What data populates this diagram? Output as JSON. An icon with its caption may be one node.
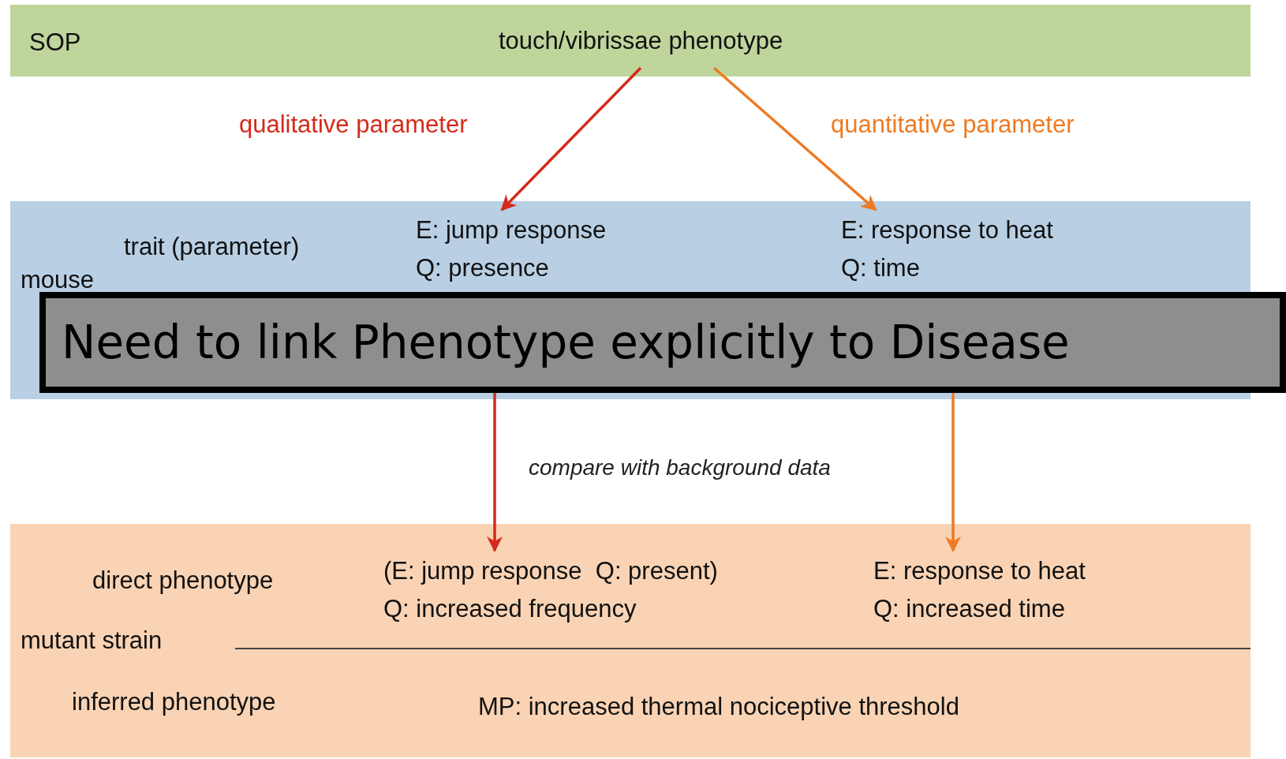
{
  "diagram": {
    "nodes": [
      {
        "text": [
          "SOP"
        ]
      },
      {
        "text": [
          "touch/vibrissae phenotype"
        ],
        "in": 0
      },
      {
        "text": [
          "trait (parameter)",
          "mouse"
        ]
      },
      {
        "text": [
          "E: jump response",
          "Q: presence"
        ],
        "in": 2
      },
      {
        "text": [
          "E: response to heat",
          "Q: time"
        ],
        "in": 2
      },
      {
        "text": [
          "Need to link Phenotype explicitly to Disease"
        ],
        "in": 2
      },
      {
        "text": [
          "direct phenotype",
          "mutant strain",
          "inferred phenotype"
        ]
      },
      {
        "text": [
          "(E: jump response  Q: present)",
          "Q: increased frequency"
        ],
        "in": 6
      },
      {
        "text": [
          "E: response to heat",
          "Q: increased time"
        ],
        "in": 6
      },
      {
        "text": [
          "MP: increased thermal nociceptive threshold"
        ],
        "in": 6
      }
    ],
    "edges": [
      {
        "from": 1,
        "to": 3,
        "arrow": "to",
        "label": "qualitative parameter",
        "color": "#d42a1a"
      },
      {
        "from": 1,
        "to": 4,
        "arrow": "to",
        "label": "quantitative parameter",
        "color": "#ee7a22"
      },
      {
        "from": 5,
        "to": 7,
        "arrow": "to",
        "color": "#d42a1a"
      },
      {
        "from": 5,
        "to": 8,
        "arrow": "to",
        "color": "#ee7a22"
      }
    ],
    "labels": [
      "compare with background data"
    ]
  }
}
